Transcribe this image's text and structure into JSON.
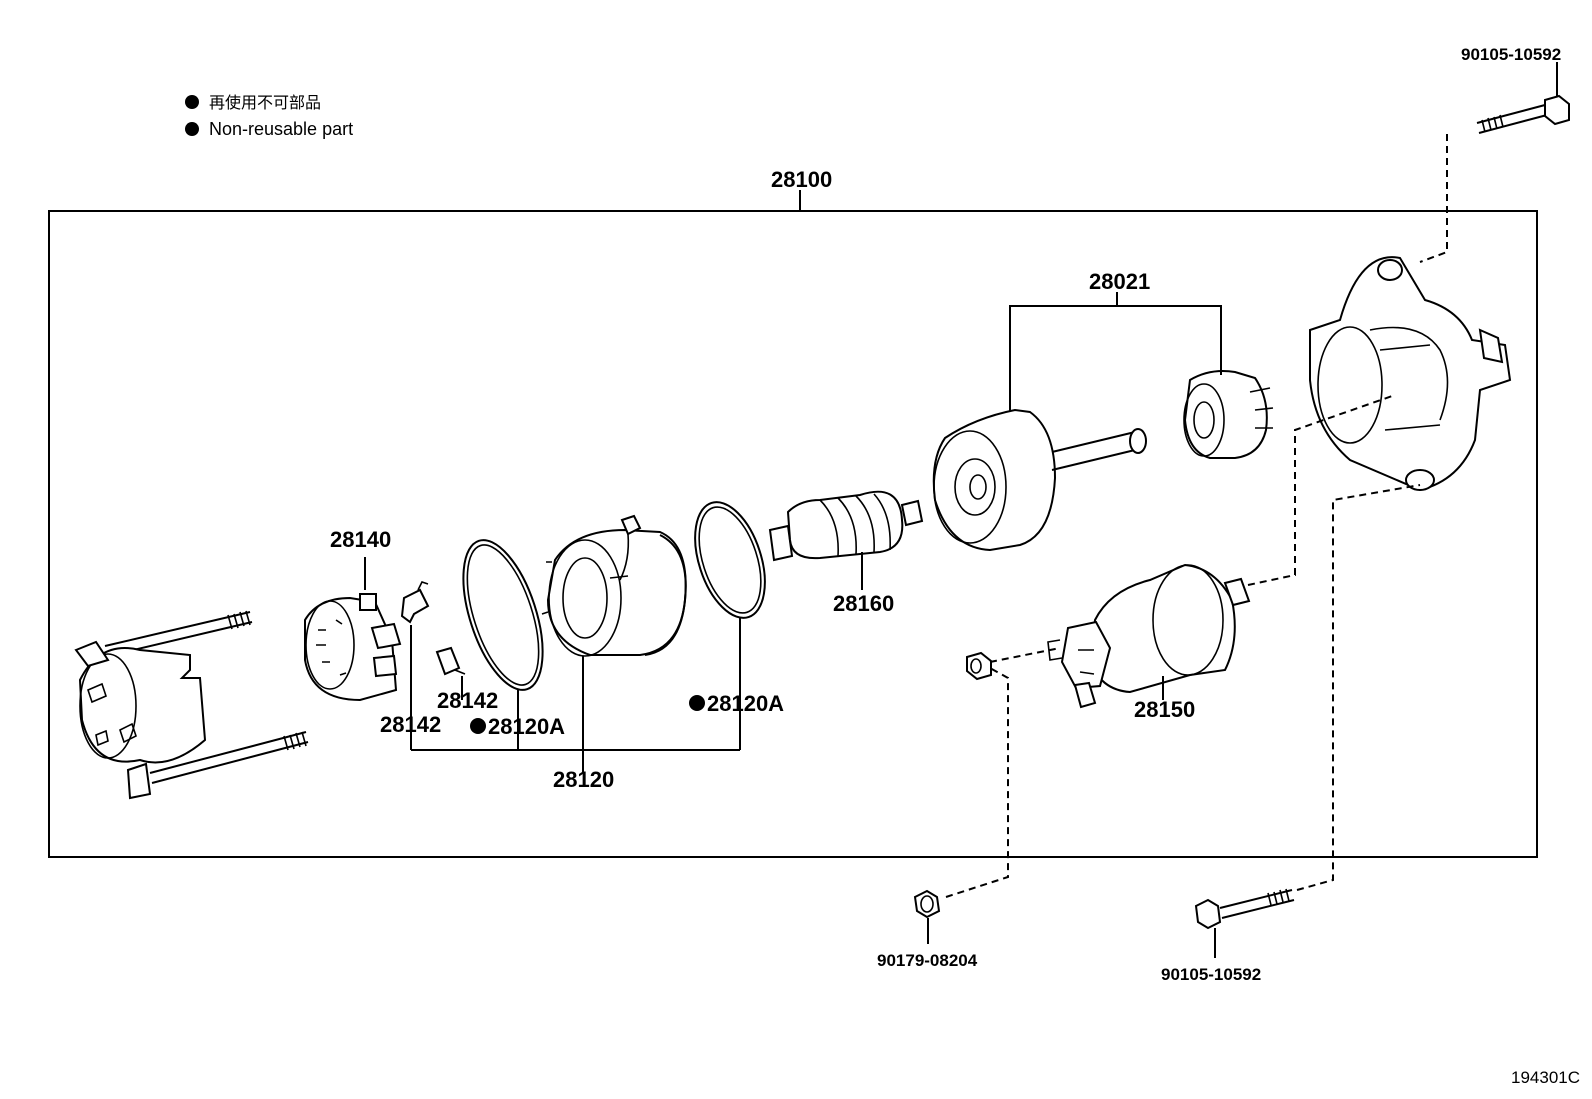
{
  "legend": {
    "jp": "再使用不可部品",
    "en": "Non-reusable part"
  },
  "illustration_id": "194301C",
  "parts": {
    "assembly": "28100",
    "clutch_kit": "28021",
    "brush_holder": "28140",
    "spring_a": "28142",
    "spring_b": "28142",
    "o_ring_a": "28120A",
    "o_ring_b": "28120A",
    "yoke": "28120",
    "armature": "28160",
    "solenoid": "28150",
    "nut": "90179-08204",
    "bolt_top": "90105-10592",
    "bolt_bottom": "90105-10592"
  },
  "colors": {
    "ink": "#000000",
    "paper": "#ffffff"
  }
}
